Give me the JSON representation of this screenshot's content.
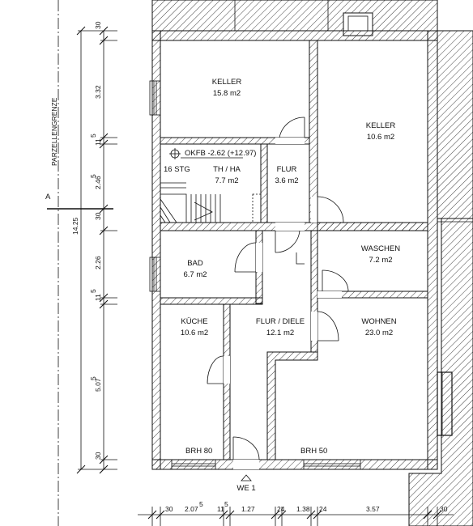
{
  "rooms": [
    {
      "name": "KELLER",
      "area": "15.8 m2"
    },
    {
      "name": "KELLER",
      "area": "10.6 m2"
    },
    {
      "name": "TH / HA",
      "area": "7.7 m2"
    },
    {
      "name": "FLUR",
      "area": "3.6 m2"
    },
    {
      "name": "BAD",
      "area": "6.7 m2"
    },
    {
      "name": "WASCHEN",
      "area": "7.2 m2"
    },
    {
      "name": "KÜCHE",
      "area": "10.6 m2"
    },
    {
      "name": "FLUR / DIELE",
      "area": "12.1 m2"
    },
    {
      "name": "WOHNEN",
      "area": "23.0 m2"
    }
  ],
  "labels": {
    "okfb": "OKFB -2.62 (+12.97)",
    "stair": "16 STG",
    "brh_left": "BRH 80",
    "brh_right": "BRH 50",
    "entrance": "WE 1",
    "boundary": "PARZELLENGRENZE",
    "section": "A",
    "total_height": "14.25"
  },
  "dims_vertical": [
    "30",
    "3.32",
    "11",
    "5",
    "2.46",
    "5",
    "30",
    "2.26",
    "11",
    "5",
    "5.07",
    "5",
    "30"
  ],
  "dims_horizontal": [
    "30",
    "2.07",
    "5",
    "11",
    "5",
    "1.27",
    "24",
    "1.38",
    "24",
    "3.57",
    "30"
  ],
  "colors": {
    "line": "#111111",
    "background": "#ffffff"
  }
}
